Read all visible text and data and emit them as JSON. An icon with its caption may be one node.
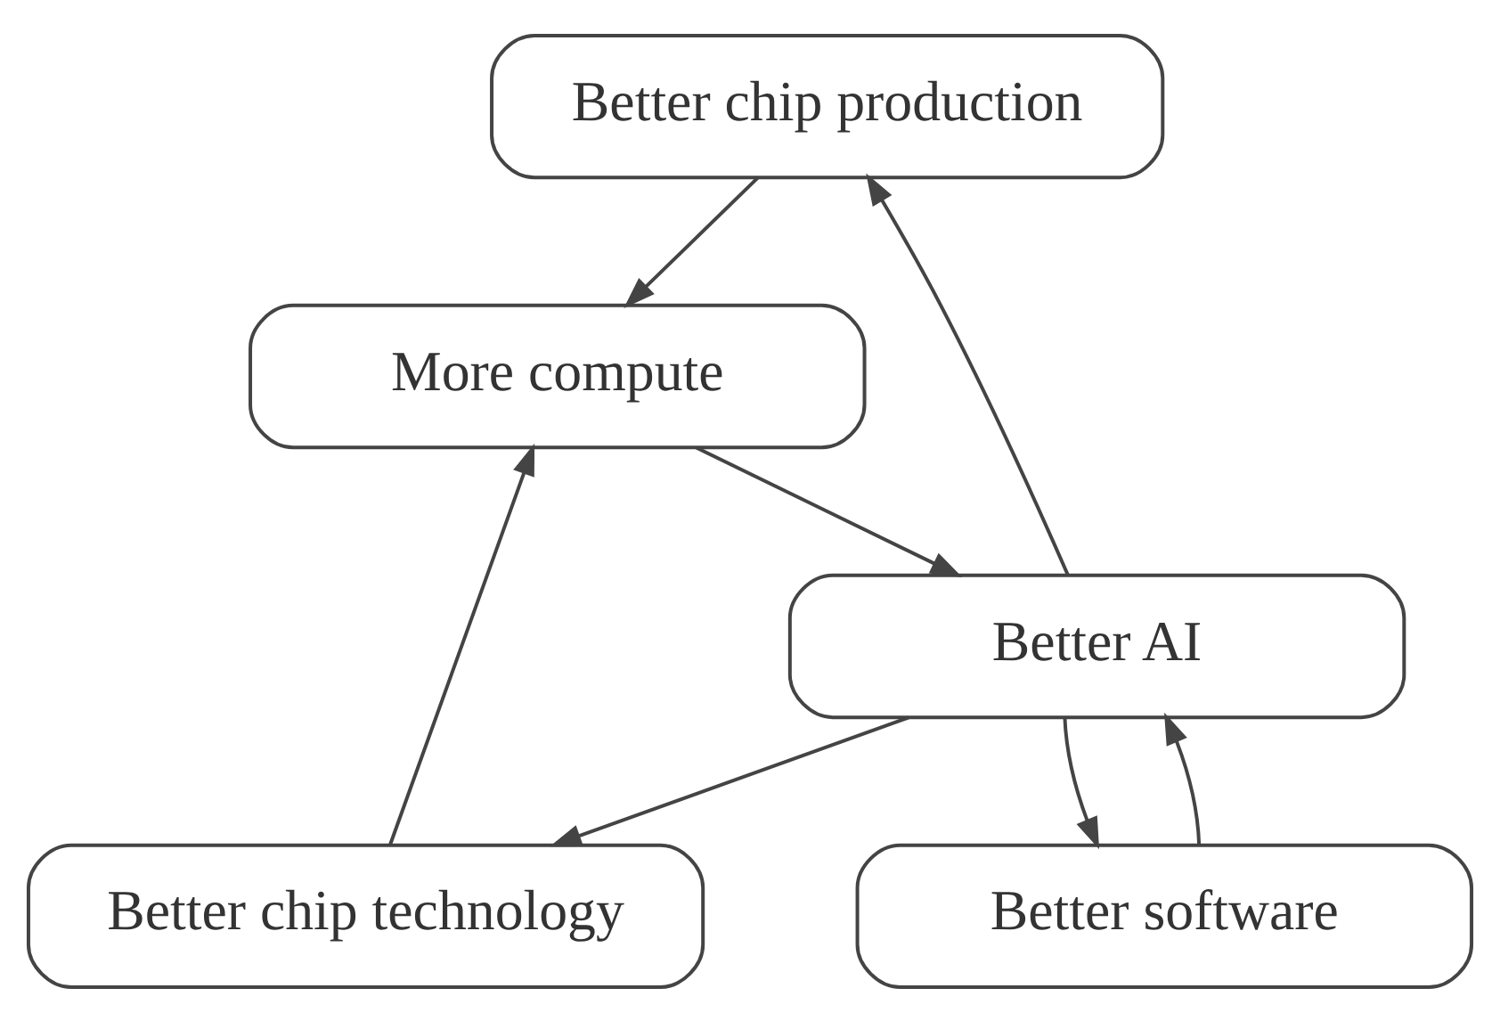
{
  "diagram": {
    "nodes": [
      {
        "text": [
          "Better chip production"
        ]
      },
      {
        "text": [
          "Better chip technology"
        ]
      },
      {
        "text": [
          "More compute"
        ]
      },
      {
        "text": [
          "Better software"
        ]
      },
      {
        "text": [
          "Better AI"
        ]
      }
    ],
    "edges": [
      {
        "from": 0,
        "to": 2,
        "arrow": "to"
      },
      {
        "from": 1,
        "to": 2,
        "arrow": "to"
      },
      {
        "from": 2,
        "to": 4,
        "arrow": "to"
      },
      {
        "from": 3,
        "to": 4,
        "arrow": "to"
      },
      {
        "from": 4,
        "to": 3,
        "arrow": "to"
      },
      {
        "from": 4,
        "to": 1,
        "arrow": "to"
      },
      {
        "from": 4,
        "to": 0,
        "arrow": "to"
      }
    ]
  }
}
